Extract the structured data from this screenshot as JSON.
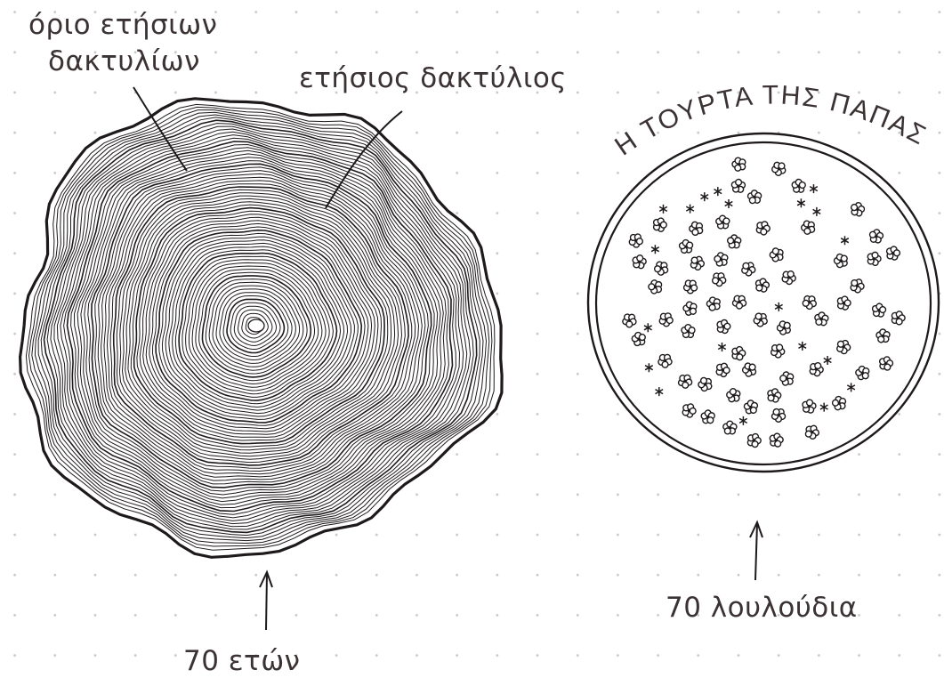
{
  "tree": {
    "boundary_label_line1": "όριο ετήσιων",
    "boundary_label_line2": "δακτυλίων",
    "ring_label": "ετήσιος δακτύλιος",
    "age_label": "70 ετών",
    "ring_count": 70
  },
  "cake": {
    "title": "Η ΤΟΥΡΤΑ ΤΗΣ ΠΑΠΑΣ",
    "flowers_label": "70 λουλούδια",
    "flower_count": 70
  },
  "colors": {
    "ink": "#1e1a1b",
    "text": "#3a3233",
    "grid_dot": "#c8c8c8"
  }
}
